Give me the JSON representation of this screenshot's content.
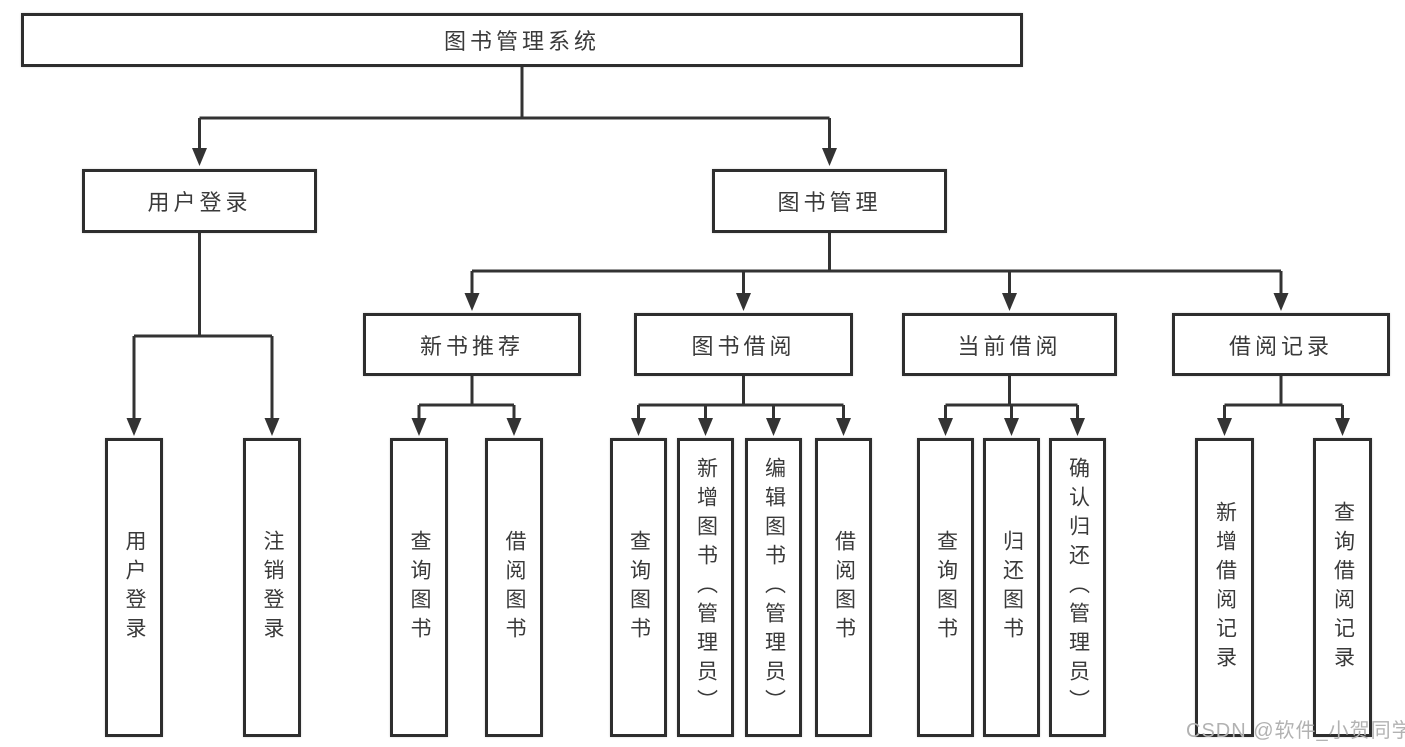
{
  "diagram": {
    "root": {
      "label": "图书管理系统",
      "children": [
        {
          "label": "用户登录",
          "children": [
            {
              "label": "用户登录"
            },
            {
              "label": "注销登录"
            }
          ]
        },
        {
          "label": "图书管理",
          "children": [
            {
              "label": "新书推荐",
              "children": [
                {
                  "label": "查询图书"
                },
                {
                  "label": "借阅图书"
                }
              ]
            },
            {
              "label": "图书借阅",
              "children": [
                {
                  "label": "查询图书"
                },
                {
                  "label": "新增图书（管理员）"
                },
                {
                  "label": "编辑图书（管理员）"
                },
                {
                  "label": "借阅图书"
                }
              ]
            },
            {
              "label": "当前借阅",
              "children": [
                {
                  "label": "查询图书"
                },
                {
                  "label": "归还图书"
                },
                {
                  "label": "确认归还（管理员）"
                }
              ]
            },
            {
              "label": "借阅记录",
              "children": [
                {
                  "label": "新增借阅记录"
                },
                {
                  "label": "查询借阅记录"
                }
              ]
            }
          ]
        }
      ]
    }
  },
  "watermark": {
    "text": "CSDN @软件_小贺同学"
  },
  "colors": {
    "line": "#333333",
    "border": "#2e2e2e",
    "text": "#3a3a3a",
    "watermark": "#b2b2b2",
    "background": "#ffffff"
  }
}
